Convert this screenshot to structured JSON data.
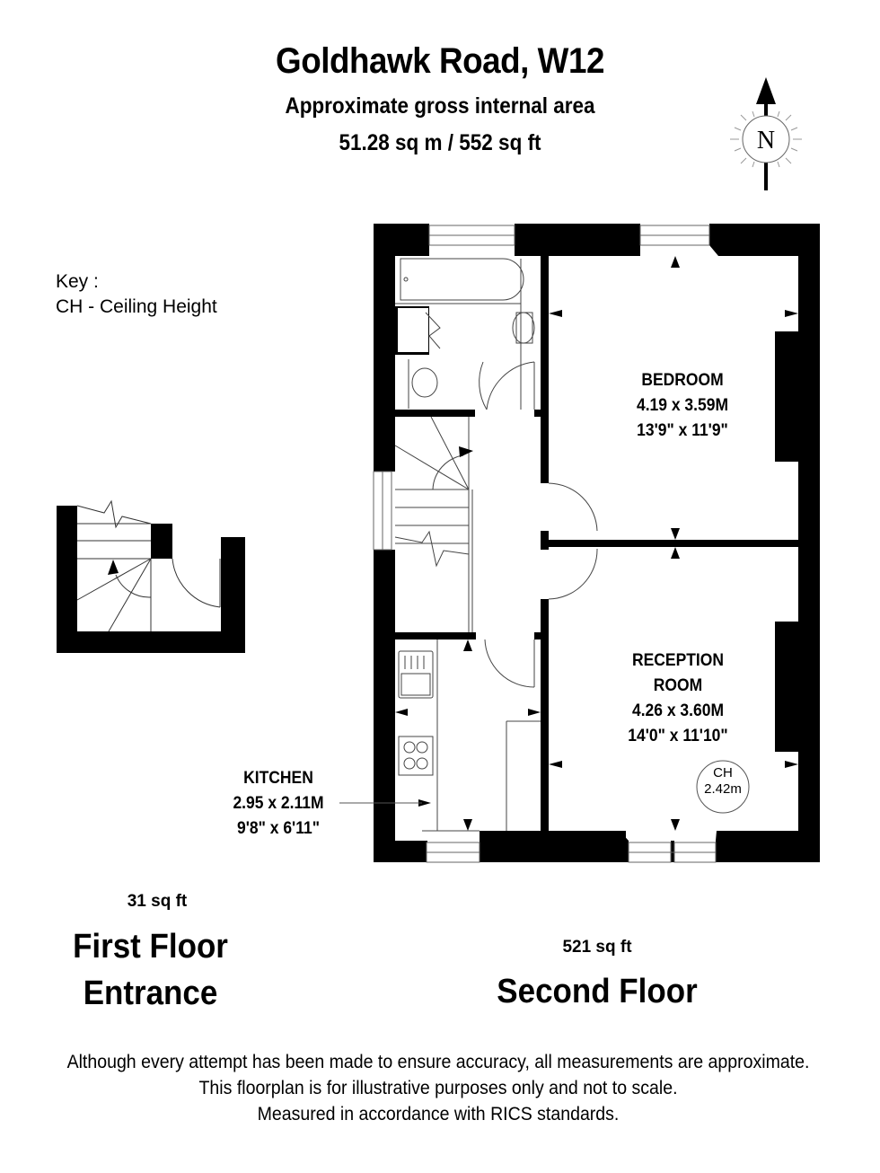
{
  "header": {
    "title": "Goldhawk Road, W12",
    "subtitle": "Approximate gross internal area",
    "total_area": "51.28 sq m / 552 sq ft"
  },
  "compass": {
    "label": "N",
    "icon": "north-arrow-icon"
  },
  "key": {
    "heading": "Key :",
    "entries": [
      "CH - Ceiling Height"
    ]
  },
  "rooms": {
    "bedroom": {
      "name": "BEDROOM",
      "metric": "4.19 x 3.59M",
      "imperial": "13'9\" x 11'9\""
    },
    "reception": {
      "name_line1": "RECEPTION",
      "name_line2": "ROOM",
      "metric": "4.26 x 3.60M",
      "imperial": "14'0\" x 11'10\""
    },
    "kitchen": {
      "name": "KITCHEN",
      "metric": "2.95 x 2.11M",
      "imperial": "9'8\" x 6'11\""
    }
  },
  "ceiling_height": {
    "label": "CH",
    "value": "2.42m"
  },
  "floors": [
    {
      "sqft": "31 sq ft",
      "name_line1": "First Floor",
      "name_line2": "Entrance"
    },
    {
      "sqft": "521 sq ft",
      "name_line1": "Second Floor"
    }
  ],
  "disclaimer": [
    "Although every attempt has been made to ensure accuracy, all measurements are approximate.",
    "This floorplan is for illustrative purposes only and not to scale.",
    "Measured in accordance with RICS standards."
  ],
  "colors": {
    "wall": "#000000",
    "background": "#ffffff",
    "fixture_line": "#555555"
  }
}
